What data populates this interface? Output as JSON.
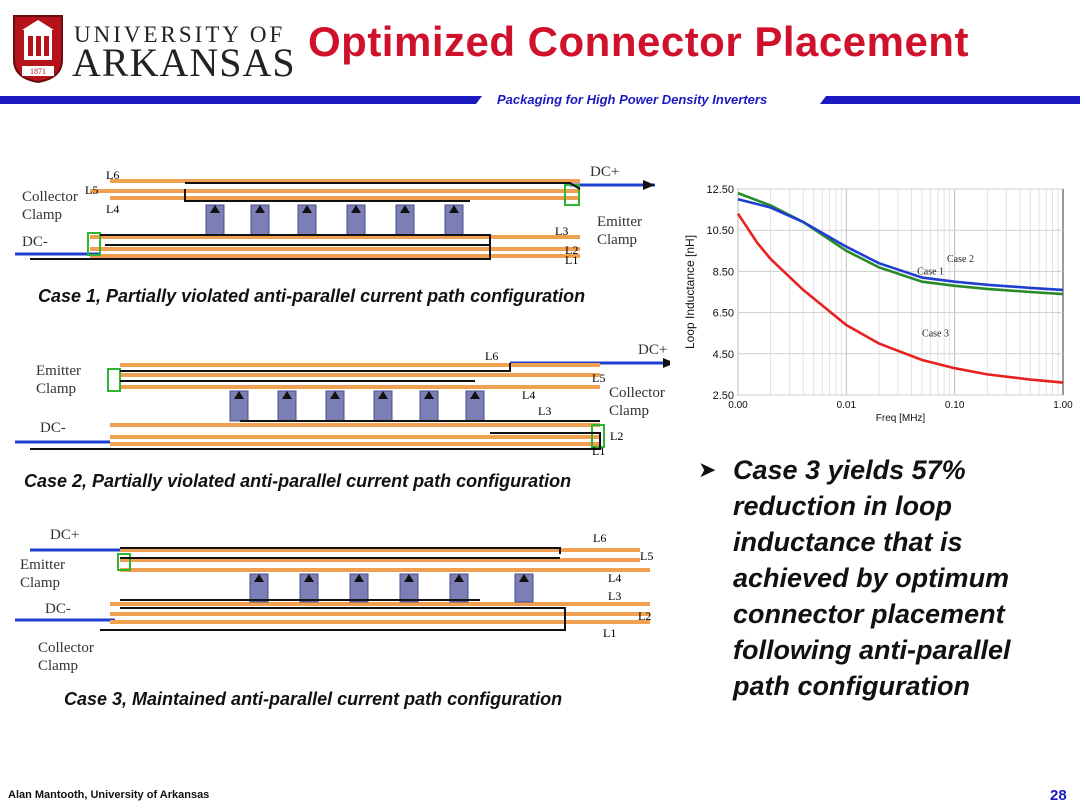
{
  "header": {
    "logo_top": "UNIVERSITY OF",
    "logo_bottom": "ARKANSAS",
    "logo_seal_year": "1871",
    "title": "Optimized Connector Placement",
    "subtitle": "Packaging for High Power Density Inverters"
  },
  "colors": {
    "title_red": "#d0112b",
    "banner_blue": "#1a1ac0",
    "case1_green": "#2a8a2a",
    "case2_blue": "#1f3fd0",
    "case3_red": "#e82020",
    "copper": "#f0a050"
  },
  "diagrams": [
    {
      "caption": "Case 1, Partially violated anti-parallel current path configuration",
      "labels": {
        "l6": "L6",
        "l5": "L5",
        "l4": "L4",
        "l3": "L3",
        "l2": "L2",
        "l1": "L1",
        "dc_plus": "DC+",
        "dc_minus": "DC-",
        "left_clamp": "Collector\nClamp",
        "right_clamp": "Emitter\nClamp"
      }
    },
    {
      "caption": "Case 2, Partially violated anti-parallel current path configuration",
      "labels": {
        "l6": "L6",
        "l5": "L5",
        "l4": "L4",
        "l3": "L3",
        "l2": "L2",
        "l1": "L1",
        "dc_plus": "DC+",
        "dc_minus": "DC-",
        "left_clamp": "Emitter\nClamp",
        "right_clamp": "Collector\nClamp"
      }
    },
    {
      "caption": "Case 3, Maintained anti-parallel current path configuration",
      "labels": {
        "l6": "L6",
        "l5": "L5",
        "l4": "L4",
        "l3": "L3",
        "l2": "L2",
        "l1": "L1",
        "dc_plus": "DC+",
        "dc_minus": "DC-",
        "left_clamp_top": "Emitter\nClamp",
        "left_clamp_bottom": "Collector\nClamp"
      }
    }
  ],
  "chart_data": {
    "type": "line",
    "title": "",
    "xlabel": "Freq [MHz]",
    "ylabel": "Loop Inductance [nH]",
    "x_scale": "log",
    "x_ticks": [
      "0.00",
      "0.01",
      "0.10",
      "1.00"
    ],
    "y_ticks": [
      "12.50",
      "10.50",
      "8.50",
      "6.50",
      "4.50",
      "2.50"
    ],
    "ylim": [
      2.5,
      12.5
    ],
    "grid": true,
    "legend": "inline labels",
    "series": [
      {
        "name": "Case 1",
        "color": "#2a8a2a",
        "x": [
          0.001,
          0.002,
          0.004,
          0.01,
          0.02,
          0.05,
          0.1,
          0.2,
          0.5,
          1.0
        ],
        "y": [
          12.3,
          11.7,
          10.9,
          9.5,
          8.7,
          8.0,
          7.8,
          7.65,
          7.5,
          7.4
        ]
      },
      {
        "name": "Case 2",
        "color": "#1f3fd0",
        "x": [
          0.001,
          0.002,
          0.004,
          0.01,
          0.02,
          0.05,
          0.1,
          0.2,
          0.5,
          1.0
        ],
        "y": [
          12.0,
          11.6,
          10.9,
          9.7,
          8.9,
          8.2,
          8.0,
          7.85,
          7.7,
          7.6
        ]
      },
      {
        "name": "Case 3",
        "color": "#e82020",
        "x": [
          0.001,
          0.0015,
          0.002,
          0.004,
          0.01,
          0.02,
          0.05,
          0.1,
          0.2,
          0.5,
          1.0
        ],
        "y": [
          11.3,
          9.9,
          9.1,
          7.6,
          5.9,
          5.0,
          4.2,
          3.8,
          3.5,
          3.25,
          3.1
        ]
      }
    ]
  },
  "bullet": {
    "text": "Case 3 yields 57% reduction in loop inductance that is achieved by optimum connector placement following anti-parallel path configuration"
  },
  "footer": {
    "author": "Alan Mantooth, University of Arkansas",
    "page": "28"
  }
}
